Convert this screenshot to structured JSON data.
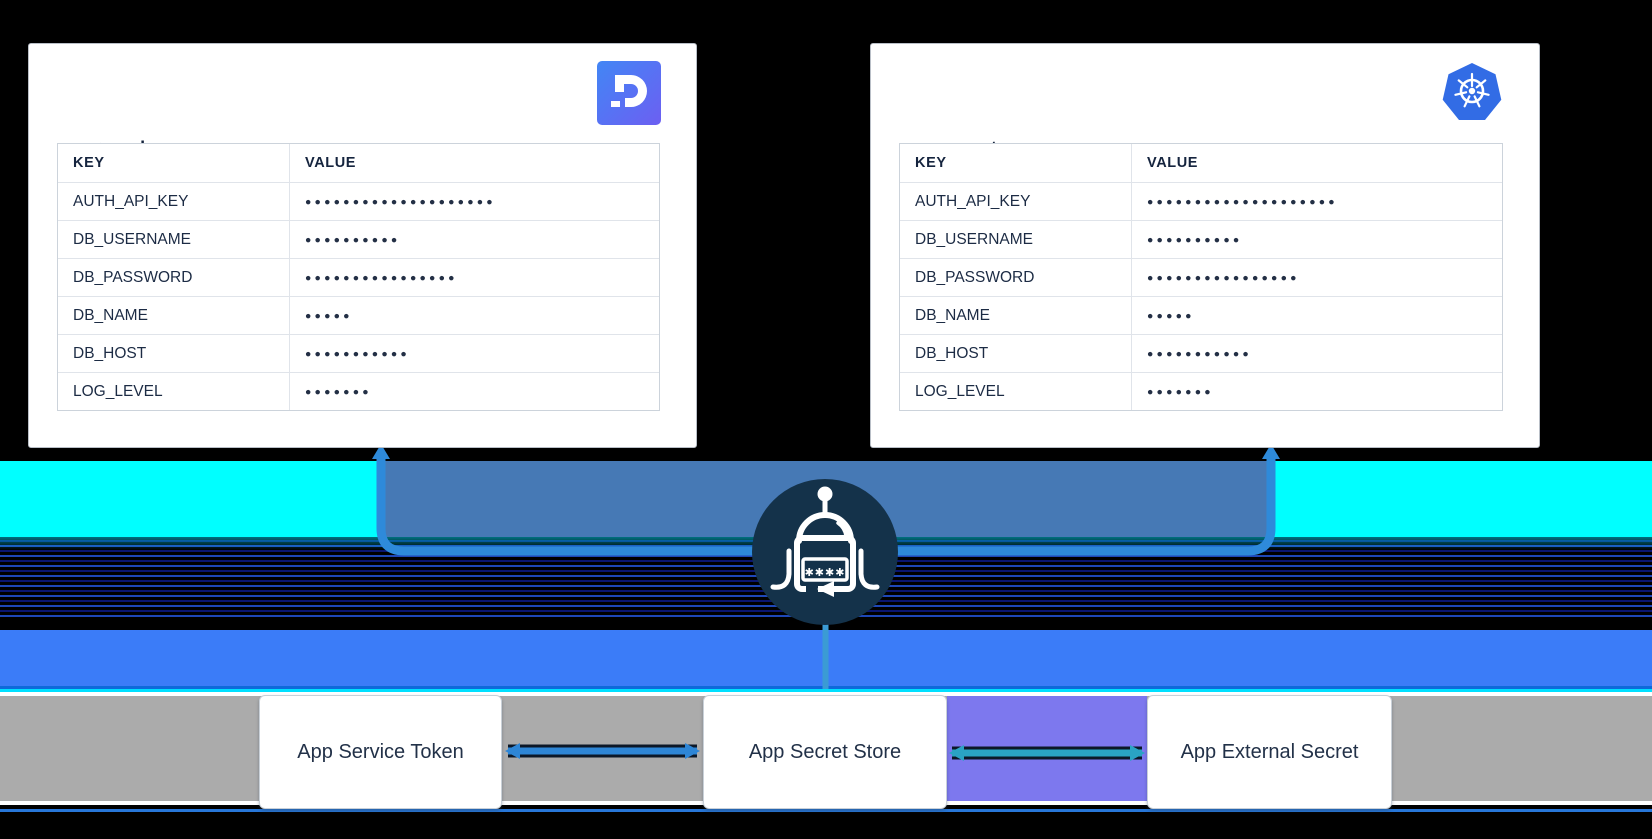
{
  "cards": {
    "doppler": {
      "title": "app > prd",
      "logo": "doppler-logo",
      "table": {
        "headers": [
          "KEY",
          "VALUE"
        ],
        "rows": [
          {
            "key": "AUTH_API_KEY",
            "masked_dots": 20
          },
          {
            "key": "DB_USERNAME",
            "masked_dots": 10
          },
          {
            "key": "DB_PASSWORD",
            "masked_dots": 16
          },
          {
            "key": "DB_NAME",
            "masked_dots": 5
          },
          {
            "key": "DB_HOST",
            "masked_dots": 11
          },
          {
            "key": "LOG_LEVEL",
            "masked_dots": 7
          }
        ]
      }
    },
    "kubernetes": {
      "title": "app-secrets",
      "logo": "kubernetes-logo",
      "table": {
        "headers": [
          "KEY",
          "VALUE"
        ],
        "rows": [
          {
            "key": "AUTH_API_KEY",
            "masked_dots": 20
          },
          {
            "key": "DB_USERNAME",
            "masked_dots": 10
          },
          {
            "key": "DB_PASSWORD",
            "masked_dots": 16
          },
          {
            "key": "DB_NAME",
            "masked_dots": 5
          },
          {
            "key": "DB_HOST",
            "masked_dots": 11
          },
          {
            "key": "LOG_LEVEL",
            "masked_dots": 7
          }
        ]
      }
    }
  },
  "flow_boxes": [
    {
      "label": "App Service Token"
    },
    {
      "label": "App Secret Store"
    },
    {
      "label": "App External Secret"
    }
  ],
  "robot": {
    "mask_text": "✱✱✱✱"
  },
  "colors": {
    "background": "#000000",
    "cyan_band": "#00ffff",
    "steel_band": "#4679b5",
    "blue_band": "#3b7cf8",
    "gray_band": "#ababab",
    "violet_band": "#7d78ee",
    "connector_blue": "#2e8ada",
    "box_arrow_blue": "#2e86d6",
    "box_arrow_teal": "#2aa3c4",
    "robot_circle": "#14324a",
    "kubernetes_blue": "#326ce5",
    "doppler_gradient_start": "#4286f5",
    "doppler_gradient_end": "#6c5ff2",
    "card_text": "#14233c"
  }
}
